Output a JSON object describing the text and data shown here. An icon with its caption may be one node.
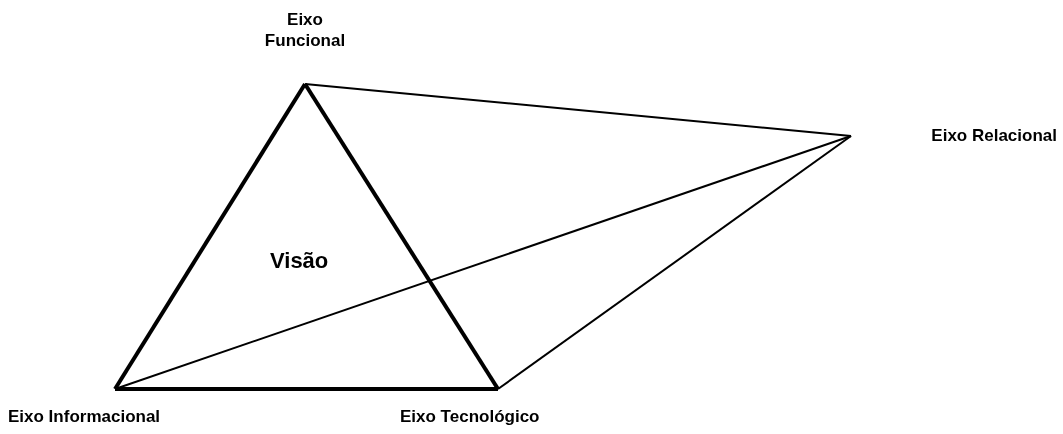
{
  "diagram": {
    "nodes": [
      {
        "text": [
          "Eixo Funcional"
        ]
      },
      {
        "text": [
          "Eixo Relacional"
        ]
      },
      {
        "text": [
          "Eixo Informacional"
        ]
      },
      {
        "text": [
          "Eixo Tecnológico"
        ]
      }
    ],
    "edges": [
      {
        "from": 0,
        "to": 1,
        "arrow": "none"
      },
      {
        "from": 0,
        "to": 2,
        "arrow": "none",
        "style": "thick"
      },
      {
        "from": 0,
        "to": 3,
        "arrow": "none",
        "style": "thick"
      },
      {
        "from": 2,
        "to": 3,
        "arrow": "none",
        "style": "thick"
      },
      {
        "from": 2,
        "to": 1,
        "arrow": "none"
      },
      {
        "from": 3,
        "to": 1,
        "arrow": "none"
      }
    ],
    "labels": [
      "Visão"
    ]
  }
}
